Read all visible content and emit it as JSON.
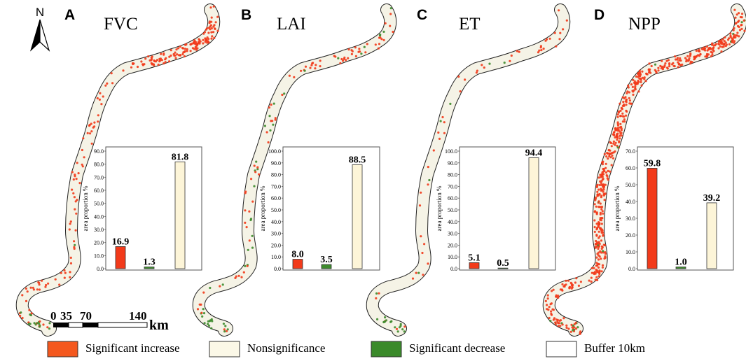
{
  "north_label": "N",
  "panels": [
    {
      "letter": "A",
      "title": "FVC",
      "theme": "fvc"
    },
    {
      "letter": "B",
      "title": "LAI",
      "theme": "lai"
    },
    {
      "letter": "C",
      "title": "ET",
      "theme": "et"
    },
    {
      "letter": "D",
      "title": "NPP",
      "theme": "npp"
    }
  ],
  "scale_bar": {
    "ticks": [
      "0",
      "35",
      "70",
      "140"
    ],
    "unit": "km"
  },
  "legend": [
    {
      "label": "Significant increase",
      "color": "#f4581e"
    },
    {
      "label": "Nonsignificance",
      "color": "#fbf8e7"
    },
    {
      "label": "Significant decrease",
      "color": "#3a8a2a"
    },
    {
      "label": "Buffer 10km",
      "color": "#ffffff"
    }
  ],
  "colors": {
    "increase": "#f23a1a",
    "nonsig": "#fdf5d8",
    "decrease": "#3d8b2c",
    "buffer_fill": "#f5f3e6"
  },
  "chart_data": [
    {
      "type": "bar",
      "panel": "A",
      "title": "FVC",
      "ylabel": "area proportion %",
      "categories": [
        "Significant increase",
        "Significant decrease",
        "Nonsignificance"
      ],
      "values": [
        16.9,
        1.3,
        81.8
      ],
      "value_labels": [
        "16.9",
        "1.3",
        "81.8"
      ],
      "ylim": [
        0,
        90
      ],
      "yticks": [
        "0.0",
        "10.0",
        "20.0",
        "30.0",
        "40.0",
        "50.0",
        "60.0",
        "70.0",
        "80.0",
        "90.0"
      ]
    },
    {
      "type": "bar",
      "panel": "B",
      "title": "LAI",
      "ylabel": "area proportion %",
      "categories": [
        "Significant increase",
        "Significant decrease",
        "Nonsignificance"
      ],
      "values": [
        8.0,
        3.5,
        88.5
      ],
      "value_labels": [
        "8.0",
        "3.5",
        "88.5"
      ],
      "ylim": [
        0,
        100
      ],
      "yticks": [
        "0.0",
        "10.0",
        "20.0",
        "30.0",
        "40.0",
        "50.0",
        "60.0",
        "70.0",
        "80.0",
        "90.0",
        "100.0"
      ]
    },
    {
      "type": "bar",
      "panel": "C",
      "title": "ET",
      "ylabel": "area proportion %",
      "categories": [
        "Significant increase",
        "Significant decrease",
        "Nonsignificance"
      ],
      "values": [
        5.1,
        0.5,
        94.4
      ],
      "value_labels": [
        "5.1",
        "0.5",
        "94.4"
      ],
      "ylim": [
        0,
        100
      ],
      "yticks": [
        "0.0",
        "10.0",
        "20.0",
        "30.0",
        "40.0",
        "50.0",
        "60.0",
        "70.0",
        "80.0",
        "90.0",
        "100.0"
      ]
    },
    {
      "type": "bar",
      "panel": "D",
      "title": "NPP",
      "ylabel": "area proportion %",
      "categories": [
        "Significant increase",
        "Significant decrease",
        "Nonsignificance"
      ],
      "values": [
        59.8,
        1.0,
        39.2
      ],
      "value_labels": [
        "59.8",
        "1.0",
        "39.2"
      ],
      "ylim": [
        0,
        70
      ],
      "yticks": [
        "0.0",
        "10.0",
        "20.0",
        "30.0",
        "40.0",
        "50.0",
        "60.0",
        "70.0"
      ]
    }
  ]
}
